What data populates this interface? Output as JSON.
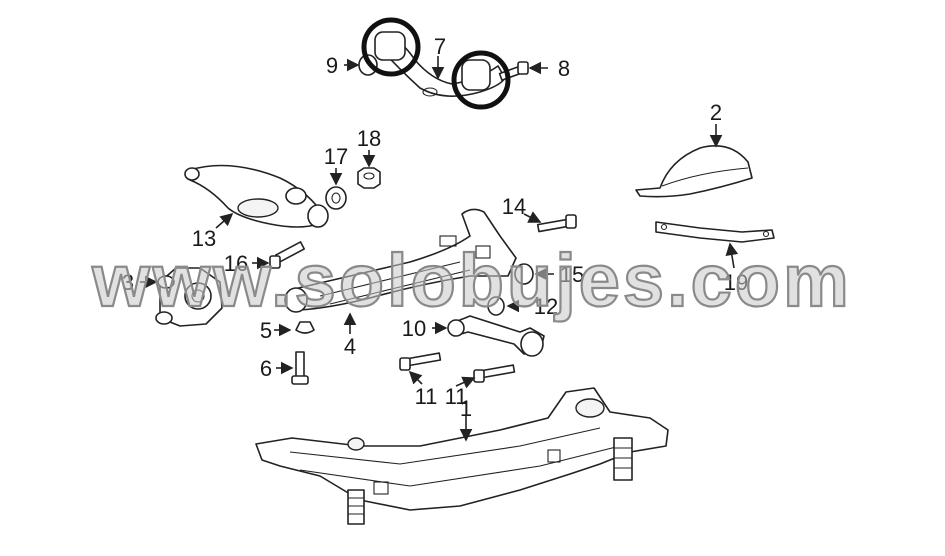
{
  "callouts": [
    "1",
    "2",
    "3",
    "4",
    "5",
    "6",
    "7",
    "8",
    "9",
    "10",
    "11",
    "11",
    "12",
    "13",
    "14",
    "15",
    "16",
    "17",
    "18",
    "19"
  ],
  "watermark": "www.solobujes.com",
  "highlighted_parts": 2,
  "colors": {
    "line": "#222222",
    "background": "#ffffff",
    "watermark": "#c8c8c8"
  }
}
